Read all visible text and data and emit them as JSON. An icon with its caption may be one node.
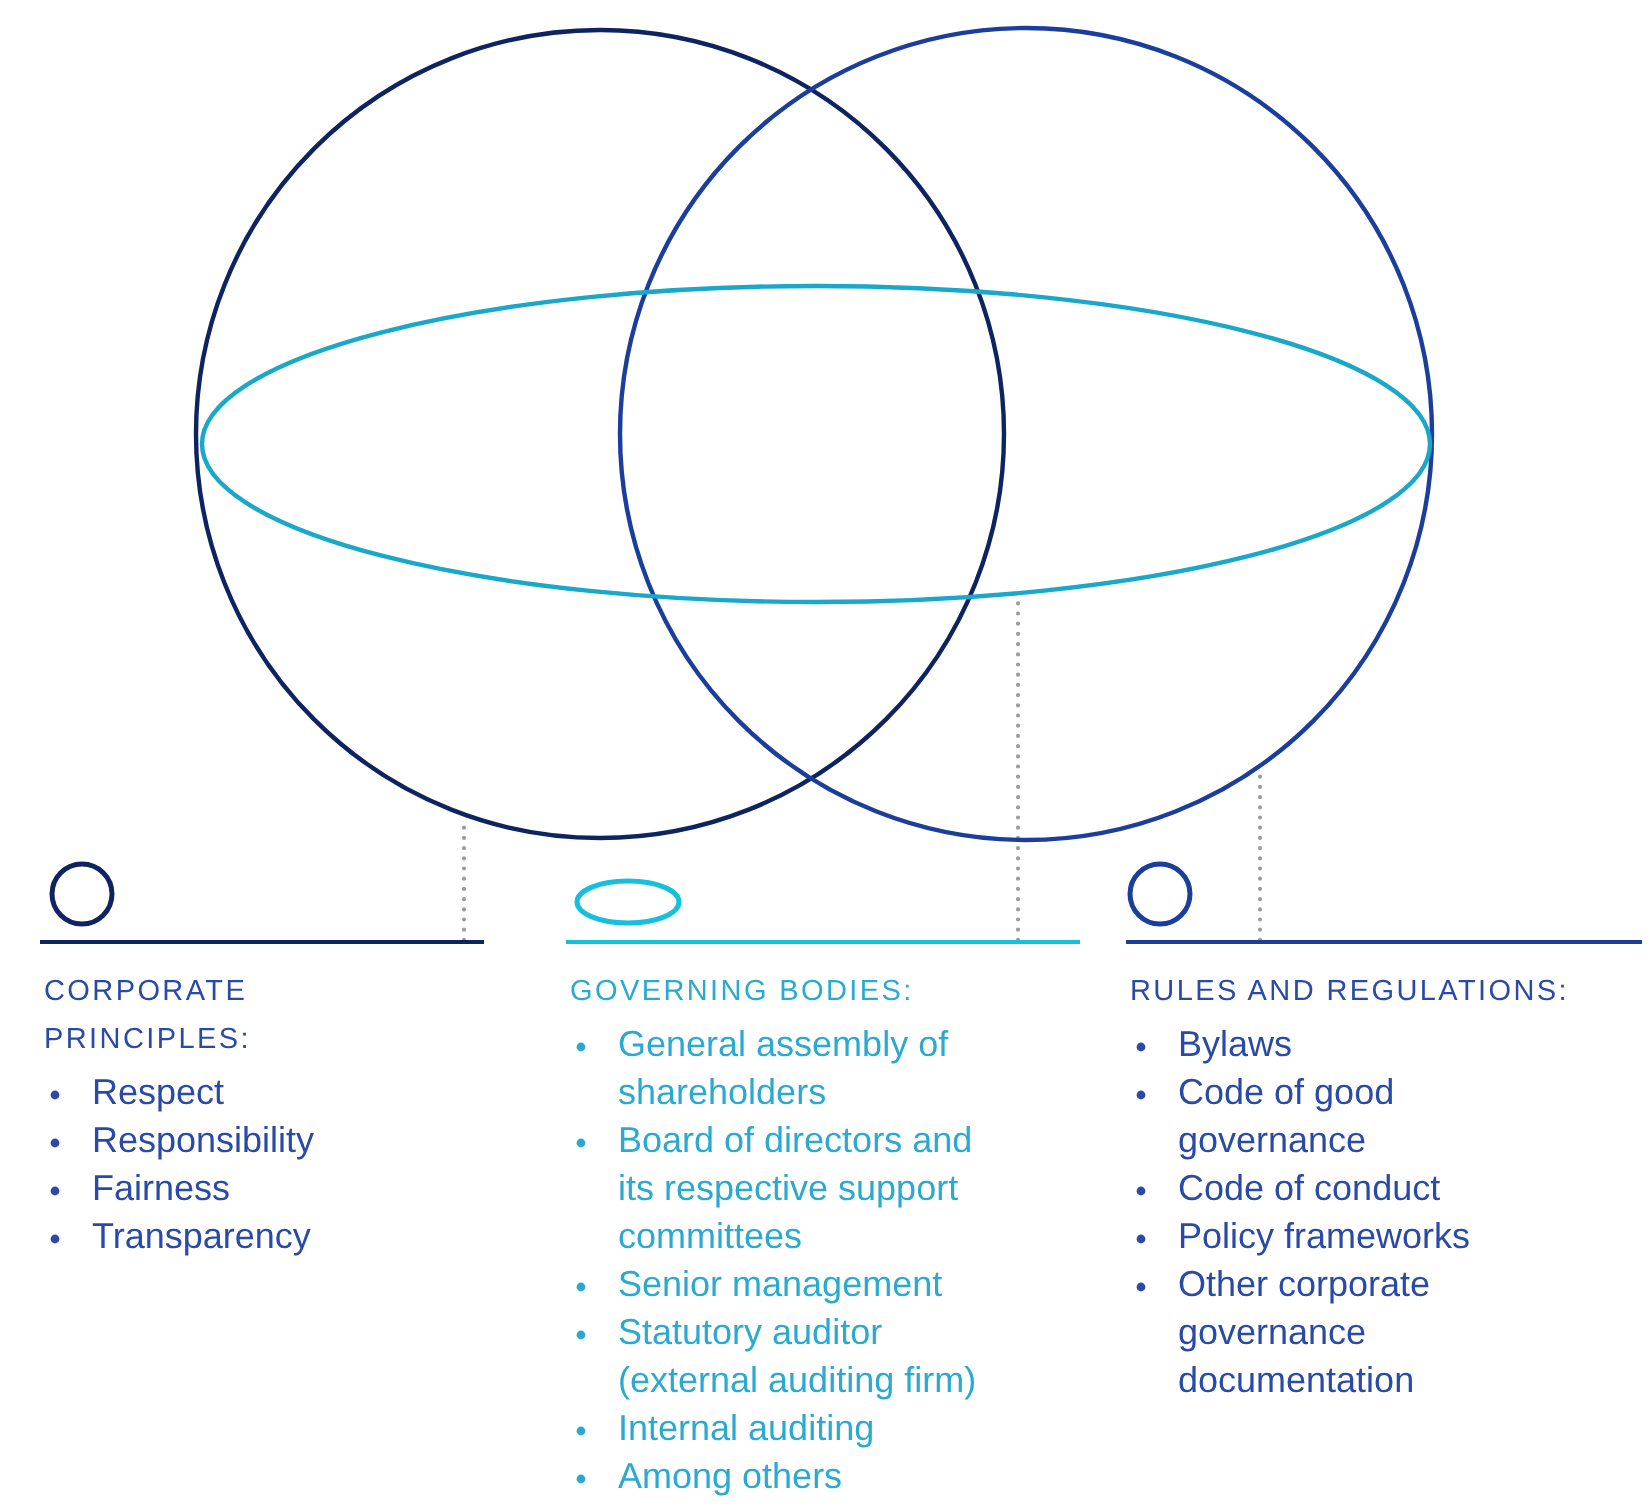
{
  "diagram": {
    "nodes": [
      {
        "text": [],
        "shape": "circle"
      },
      {
        "text": [],
        "shape": "circle"
      },
      {
        "text": [],
        "shape": "ellipse"
      },
      {
        "text": [
          "CORPORATE PRINCIPLES:",
          "Respect",
          "Responsibility",
          "Fairness",
          "Transparency"
        ]
      },
      {
        "text": [
          "GOVERNING BODIES:",
          "General assembly of shareholders",
          "Board of directors and its respective support committees",
          "Senior management",
          "Statutory auditor (external auditing firm)",
          "Internal auditing",
          "Among others"
        ]
      },
      {
        "text": [
          "RULES AND REGULATIONS:",
          "Bylaws",
          "Code of good governance",
          "Code of conduct",
          "Policy frameworks",
          "Other corporate governance documentation"
        ]
      }
    ],
    "edges": [
      {
        "from": 3,
        "to": 0,
        "arrow": "none",
        "style": "dashed"
      },
      {
        "from": 4,
        "to": 2,
        "arrow": "none",
        "style": "dashed"
      },
      {
        "from": 5,
        "to": 1,
        "arrow": "none",
        "style": "dashed"
      }
    ]
  }
}
